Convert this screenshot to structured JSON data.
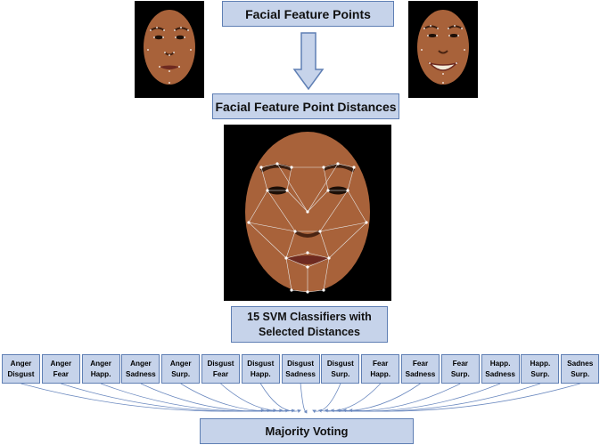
{
  "title_top": "Facial Feature Points",
  "title_mid": "Facial Feature Point Distances",
  "svm_line1": "15 SVM Classifiers with",
  "svm_line2": "Selected Distances",
  "vote": "Majority Voting",
  "classifiers": [
    [
      "Anger",
      "Disgust"
    ],
    [
      "Anger",
      "Fear"
    ],
    [
      "Anger",
      "Happ."
    ],
    [
      "Anger",
      "Sadness"
    ],
    [
      "Anger",
      "Surp."
    ],
    [
      "Disgust",
      "Fear"
    ],
    [
      "Disgust",
      "Happ."
    ],
    [
      "Disgust",
      "Sadness"
    ],
    [
      "Disgust",
      "Surp."
    ],
    [
      "Fear",
      "Happ."
    ],
    [
      "Fear",
      "Sadness"
    ],
    [
      "Fear",
      "Surp."
    ],
    [
      "Happ.",
      "Sadness"
    ],
    [
      "Happ.",
      "Surp."
    ],
    [
      "Sadnes",
      "Surp."
    ]
  ],
  "colors": {
    "box_fill": "#c6d3ea",
    "box_border": "#5f7fb4",
    "arrow": "#6b89bf",
    "skin": "#a8623a"
  }
}
